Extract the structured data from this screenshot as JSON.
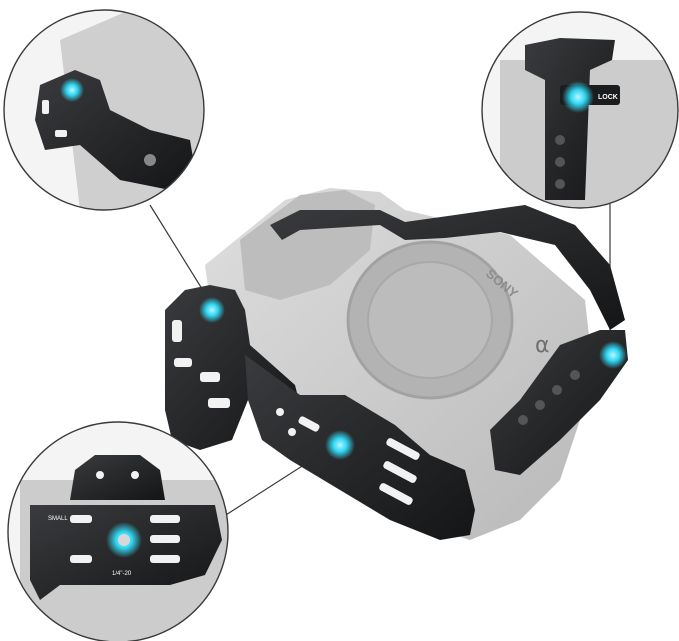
{
  "camera": {
    "brand_text": "SONY",
    "mount_text": "α"
  },
  "callouts": {
    "top_right": {
      "lock_label": "LOCK"
    },
    "bottom_left": {
      "hole_label": "1/4\"-20",
      "arrow_label": "SMALL"
    }
  },
  "colors": {
    "background": "#ffffff",
    "cage_metal": "#1f2022",
    "camera_body": "#c9c9c9",
    "highlight_glow": "#2fd6f2",
    "callout_ring": "#3a3a3a",
    "leader_line": "#3a3a3a"
  }
}
